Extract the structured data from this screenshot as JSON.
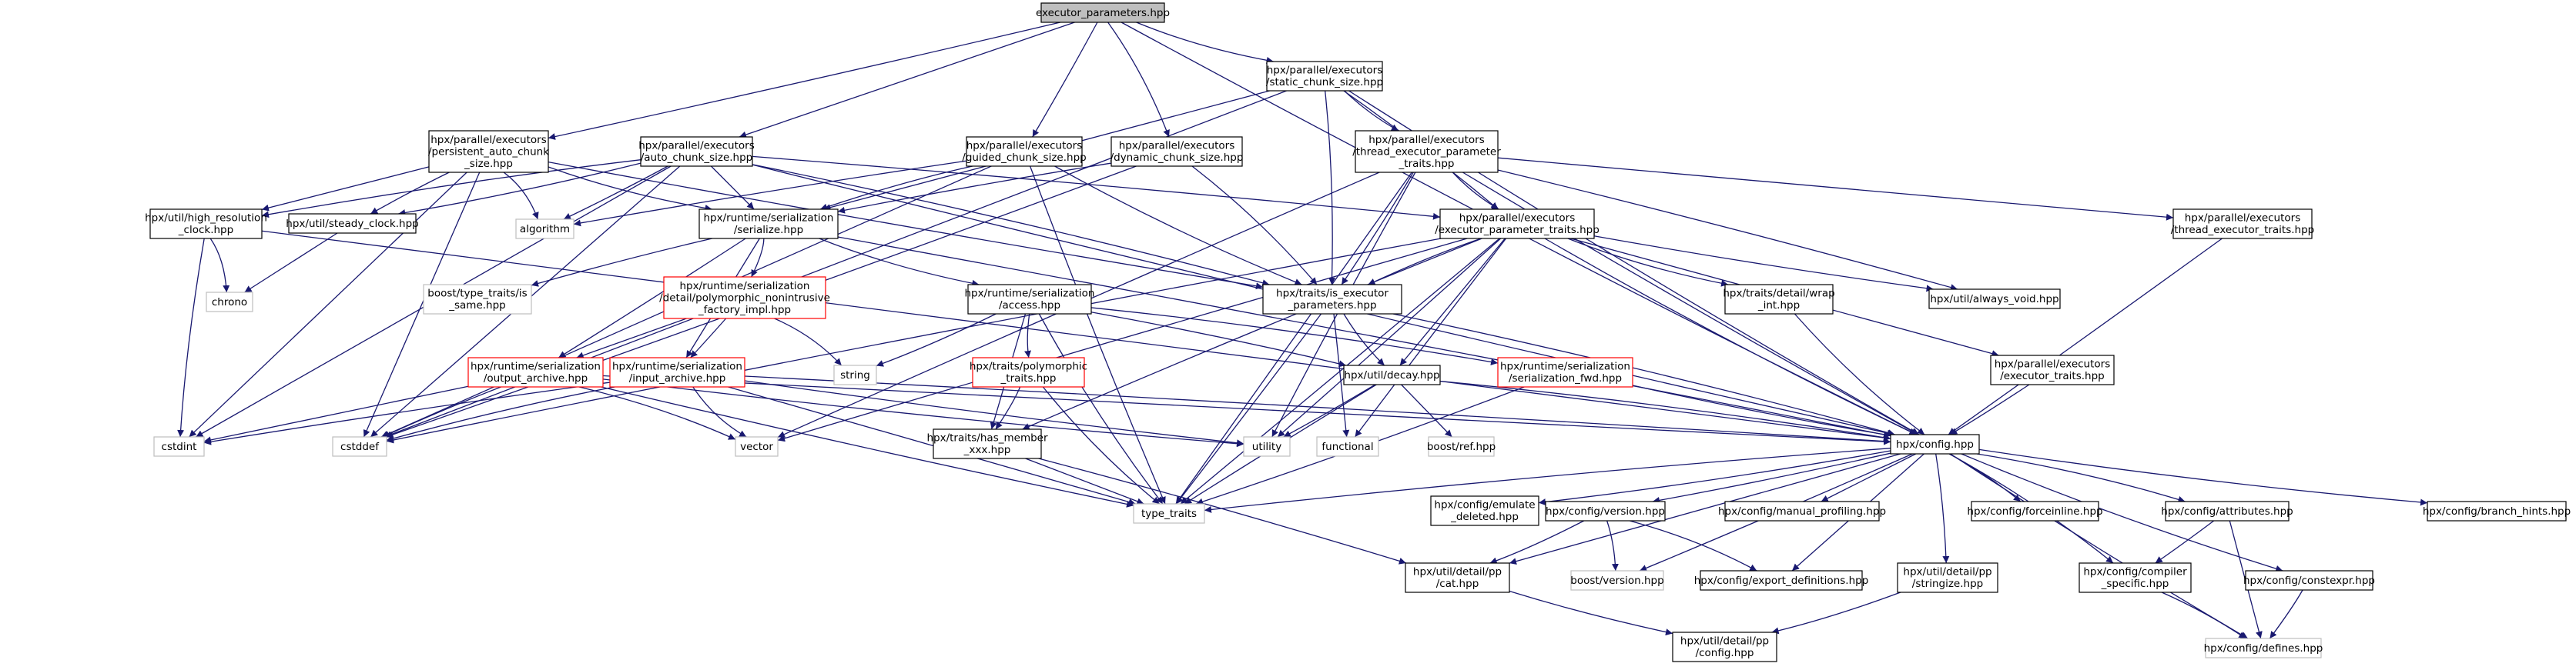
{
  "diagram": {
    "title": "executor_parameters.hpp",
    "nodes": [
      {
        "id": "root",
        "lines": [
          "executor_parameters.hpp"
        ],
        "style": "root"
      },
      {
        "id": "static_chunk",
        "lines": [
          "hpx/parallel/executors",
          "/static_chunk_size.hpp"
        ],
        "style": "normal"
      },
      {
        "id": "persistent",
        "lines": [
          "hpx/parallel/executors",
          "/persistent_auto_chunk",
          "_size.hpp"
        ],
        "style": "normal"
      },
      {
        "id": "auto_chunk",
        "lines": [
          "hpx/parallel/executors",
          "/auto_chunk_size.hpp"
        ],
        "style": "normal"
      },
      {
        "id": "guided",
        "lines": [
          "hpx/parallel/executors",
          "/guided_chunk_size.hpp"
        ],
        "style": "normal"
      },
      {
        "id": "dynamic",
        "lines": [
          "hpx/parallel/executors",
          "/dynamic_chunk_size.hpp"
        ],
        "style": "normal"
      },
      {
        "id": "thread_param",
        "lines": [
          "hpx/parallel/executors",
          "/thread_executor_parameter",
          "_traits.hpp"
        ],
        "style": "normal"
      },
      {
        "id": "high_res",
        "lines": [
          "hpx/util/high_resolution",
          "_clock.hpp"
        ],
        "style": "normal"
      },
      {
        "id": "steady",
        "lines": [
          "hpx/util/steady_clock.hpp"
        ],
        "style": "normal"
      },
      {
        "id": "algorithm",
        "lines": [
          "algorithm"
        ],
        "style": "grey"
      },
      {
        "id": "serialize",
        "lines": [
          "hpx/runtime/serialization",
          "/serialize.hpp"
        ],
        "style": "normal"
      },
      {
        "id": "exec_param_traits",
        "lines": [
          "hpx/parallel/executors",
          "/executor_parameter_traits.hpp"
        ],
        "style": "normal"
      },
      {
        "id": "thread_exec_traits",
        "lines": [
          "hpx/parallel/executors",
          "/thread_executor_traits.hpp"
        ],
        "style": "normal"
      },
      {
        "id": "chrono",
        "lines": [
          "chrono"
        ],
        "style": "grey"
      },
      {
        "id": "boost_same",
        "lines": [
          "boost/type_traits/is",
          "_same.hpp"
        ],
        "style": "grey"
      },
      {
        "id": "poly_factory",
        "lines": [
          "hpx/runtime/serialization",
          "/detail/polymorphic_nonintrusive",
          "_factory_impl.hpp"
        ],
        "style": "red"
      },
      {
        "id": "access",
        "lines": [
          "hpx/runtime/serialization",
          "/access.hpp"
        ],
        "style": "normal"
      },
      {
        "id": "is_exec_params",
        "lines": [
          "hpx/traits/is_executor",
          "_parameters.hpp"
        ],
        "style": "normal"
      },
      {
        "id": "wrap_int",
        "lines": [
          "hpx/traits/detail/wrap",
          "_int.hpp"
        ],
        "style": "normal"
      },
      {
        "id": "always_void",
        "lines": [
          "hpx/util/always_void.hpp"
        ],
        "style": "normal"
      },
      {
        "id": "exec_traits",
        "lines": [
          "hpx/parallel/executors",
          "/executor_traits.hpp"
        ],
        "style": "normal"
      },
      {
        "id": "string",
        "lines": [
          "string"
        ],
        "style": "grey"
      },
      {
        "id": "output_archive",
        "lines": [
          "hpx/runtime/serialization",
          "/output_archive.hpp"
        ],
        "style": "red"
      },
      {
        "id": "input_archive",
        "lines": [
          "hpx/runtime/serialization",
          "/input_archive.hpp"
        ],
        "style": "red"
      },
      {
        "id": "poly_traits",
        "lines": [
          "hpx/traits/polymorphic",
          "_traits.hpp"
        ],
        "style": "red"
      },
      {
        "id": "decay",
        "lines": [
          "hpx/util/decay.hpp"
        ],
        "style": "normal"
      },
      {
        "id": "ser_fwd",
        "lines": [
          "hpx/runtime/serialization",
          "/serialization_fwd.hpp"
        ],
        "style": "red"
      },
      {
        "id": "cstdint",
        "lines": [
          "cstdint"
        ],
        "style": "grey"
      },
      {
        "id": "cstddef",
        "lines": [
          "cstddef"
        ],
        "style": "grey"
      },
      {
        "id": "vector",
        "lines": [
          "vector"
        ],
        "style": "grey"
      },
      {
        "id": "has_member",
        "lines": [
          "hpx/traits/has_member",
          "_xxx.hpp"
        ],
        "style": "normal"
      },
      {
        "id": "utility",
        "lines": [
          "utility"
        ],
        "style": "grey"
      },
      {
        "id": "functional",
        "lines": [
          "functional"
        ],
        "style": "grey"
      },
      {
        "id": "boost_ref",
        "lines": [
          "boost/ref.hpp"
        ],
        "style": "grey"
      },
      {
        "id": "config",
        "lines": [
          "hpx/config.hpp"
        ],
        "style": "normal"
      },
      {
        "id": "type_traits",
        "lines": [
          "type_traits"
        ],
        "style": "grey"
      },
      {
        "id": "emulate_deleted",
        "lines": [
          "hpx/config/emulate",
          "_deleted.hpp"
        ],
        "style": "normal"
      },
      {
        "id": "version",
        "lines": [
          "hpx/config/version.hpp"
        ],
        "style": "normal"
      },
      {
        "id": "manual_profiling",
        "lines": [
          "hpx/config/manual_profiling.hpp"
        ],
        "style": "normal"
      },
      {
        "id": "forceinline",
        "lines": [
          "hpx/config/forceinline.hpp"
        ],
        "style": "normal"
      },
      {
        "id": "attributes",
        "lines": [
          "hpx/config/attributes.hpp"
        ],
        "style": "normal"
      },
      {
        "id": "branch_hints",
        "lines": [
          "hpx/config/branch_hints.hpp"
        ],
        "style": "normal"
      },
      {
        "id": "boost_version",
        "lines": [
          "boost/version.hpp"
        ],
        "style": "grey"
      },
      {
        "id": "export_defs",
        "lines": [
          "hpx/config/export_definitions.hpp"
        ],
        "style": "normal"
      },
      {
        "id": "stringize",
        "lines": [
          "hpx/util/detail/pp",
          "/stringize.hpp"
        ],
        "style": "normal"
      },
      {
        "id": "compiler_specific",
        "lines": [
          "hpx/config/compiler",
          "_specific.hpp"
        ],
        "style": "normal"
      },
      {
        "id": "constexpr",
        "lines": [
          "hpx/config/constexpr.hpp"
        ],
        "style": "normal"
      },
      {
        "id": "cat",
        "lines": [
          "hpx/util/detail/pp",
          "/cat.hpp"
        ],
        "style": "normal"
      },
      {
        "id": "pp_config",
        "lines": [
          "hpx/util/detail/pp",
          "/config.hpp"
        ],
        "style": "normal"
      },
      {
        "id": "defines",
        "lines": [
          "hpx/config/defines.hpp"
        ],
        "style": "grey"
      }
    ],
    "edges": [
      [
        "root",
        "static_chunk"
      ],
      [
        "root",
        "persistent"
      ],
      [
        "root",
        "auto_chunk"
      ],
      [
        "root",
        "guided"
      ],
      [
        "root",
        "dynamic"
      ],
      [
        "root",
        "config"
      ],
      [
        "static_chunk",
        "thread_param"
      ],
      [
        "static_chunk",
        "serialize"
      ],
      [
        "static_chunk",
        "exec_param_traits"
      ],
      [
        "static_chunk",
        "is_exec_params"
      ],
      [
        "static_chunk",
        "config"
      ],
      [
        "static_chunk",
        "cstddef"
      ],
      [
        "persistent",
        "high_res"
      ],
      [
        "persistent",
        "steady"
      ],
      [
        "persistent",
        "algorithm"
      ],
      [
        "persistent",
        "serialize"
      ],
      [
        "persistent",
        "is_exec_params"
      ],
      [
        "persistent",
        "cstddef"
      ],
      [
        "persistent",
        "cstdint"
      ],
      [
        "auto_chunk",
        "high_res"
      ],
      [
        "auto_chunk",
        "steady"
      ],
      [
        "auto_chunk",
        "algorithm"
      ],
      [
        "auto_chunk",
        "serialize"
      ],
      [
        "auto_chunk",
        "exec_param_traits"
      ],
      [
        "auto_chunk",
        "is_exec_params"
      ],
      [
        "auto_chunk",
        "config"
      ],
      [
        "auto_chunk",
        "cstddef"
      ],
      [
        "auto_chunk",
        "cstdint"
      ],
      [
        "guided",
        "algorithm"
      ],
      [
        "guided",
        "serialize"
      ],
      [
        "guided",
        "is_exec_params"
      ],
      [
        "guided",
        "type_traits"
      ],
      [
        "guided",
        "cstddef"
      ],
      [
        "dynamic",
        "serialize"
      ],
      [
        "dynamic",
        "is_exec_params"
      ],
      [
        "dynamic",
        "cstddef"
      ],
      [
        "thread_param",
        "exec_param_traits"
      ],
      [
        "thread_param",
        "thread_exec_traits"
      ],
      [
        "thread_param",
        "always_void"
      ],
      [
        "thread_param",
        "is_exec_params"
      ],
      [
        "thread_param",
        "utility"
      ],
      [
        "thread_param",
        "config"
      ],
      [
        "thread_param",
        "type_traits"
      ],
      [
        "thread_param",
        "vector"
      ],
      [
        "high_res",
        "chrono"
      ],
      [
        "high_res",
        "cstdint"
      ],
      [
        "high_res",
        "config"
      ],
      [
        "steady",
        "chrono"
      ],
      [
        "serialize",
        "boost_same"
      ],
      [
        "serialize",
        "poly_factory"
      ],
      [
        "serialize",
        "access"
      ],
      [
        "serialize",
        "output_archive"
      ],
      [
        "serialize",
        "input_archive"
      ],
      [
        "serialize",
        "config"
      ],
      [
        "exec_param_traits",
        "is_exec_params"
      ],
      [
        "exec_param_traits",
        "wrap_int"
      ],
      [
        "exec_param_traits",
        "always_void"
      ],
      [
        "exec_param_traits",
        "exec_traits"
      ],
      [
        "exec_param_traits",
        "decay"
      ],
      [
        "exec_param_traits",
        "has_member"
      ],
      [
        "exec_param_traits",
        "utility"
      ],
      [
        "exec_param_traits",
        "functional"
      ],
      [
        "exec_param_traits",
        "type_traits"
      ],
      [
        "exec_param_traits",
        "vector"
      ],
      [
        "exec_param_traits",
        "cstddef"
      ],
      [
        "exec_param_traits",
        "config"
      ],
      [
        "thread_exec_traits",
        "config"
      ],
      [
        "poly_factory",
        "output_archive"
      ],
      [
        "poly_factory",
        "input_archive"
      ],
      [
        "poly_factory",
        "string"
      ],
      [
        "access",
        "string"
      ],
      [
        "access",
        "poly_traits"
      ],
      [
        "access",
        "has_member"
      ],
      [
        "access",
        "decay"
      ],
      [
        "access",
        "ser_fwd"
      ],
      [
        "access",
        "type_traits"
      ],
      [
        "is_exec_params",
        "decay"
      ],
      [
        "is_exec_params",
        "functional"
      ],
      [
        "is_exec_params",
        "type_traits"
      ],
      [
        "is_exec_params",
        "config"
      ],
      [
        "wrap_int",
        "config"
      ],
      [
        "exec_traits",
        "config"
      ],
      [
        "output_archive",
        "cstdint"
      ],
      [
        "output_archive",
        "cstddef"
      ],
      [
        "output_archive",
        "vector"
      ],
      [
        "output_archive",
        "utility"
      ],
      [
        "output_archive",
        "type_traits"
      ],
      [
        "output_archive",
        "config"
      ],
      [
        "input_archive",
        "cstdint"
      ],
      [
        "input_archive",
        "cstddef"
      ],
      [
        "input_archive",
        "vector"
      ],
      [
        "input_archive",
        "utility"
      ],
      [
        "input_archive",
        "type_traits"
      ],
      [
        "input_archive",
        "config"
      ],
      [
        "poly_traits",
        "has_member"
      ],
      [
        "poly_traits",
        "type_traits"
      ],
      [
        "decay",
        "utility"
      ],
      [
        "decay",
        "boost_ref"
      ],
      [
        "decay",
        "type_traits"
      ],
      [
        "decay",
        "config"
      ],
      [
        "ser_fwd",
        "type_traits"
      ],
      [
        "ser_fwd",
        "config"
      ],
      [
        "has_member",
        "type_traits"
      ],
      [
        "has_member",
        "cat"
      ],
      [
        "config",
        "type_traits"
      ],
      [
        "config",
        "emulate_deleted"
      ],
      [
        "config",
        "version"
      ],
      [
        "config",
        "manual_profiling"
      ],
      [
        "config",
        "forceinline"
      ],
      [
        "config",
        "attributes"
      ],
      [
        "config",
        "branch_hints"
      ],
      [
        "config",
        "boost_version"
      ],
      [
        "config",
        "export_defs"
      ],
      [
        "config",
        "stringize"
      ],
      [
        "config",
        "compiler_specific"
      ],
      [
        "config",
        "constexpr"
      ],
      [
        "config",
        "defines"
      ],
      [
        "config",
        "cat"
      ],
      [
        "version",
        "boost_version"
      ],
      [
        "version",
        "export_defs"
      ],
      [
        "version",
        "cat"
      ],
      [
        "attributes",
        "compiler_specific"
      ],
      [
        "attributes",
        "defines"
      ],
      [
        "compiler_specific",
        "defines"
      ],
      [
        "constexpr",
        "defines"
      ],
      [
        "stringize",
        "pp_config"
      ],
      [
        "cat",
        "pp_config"
      ]
    ]
  }
}
